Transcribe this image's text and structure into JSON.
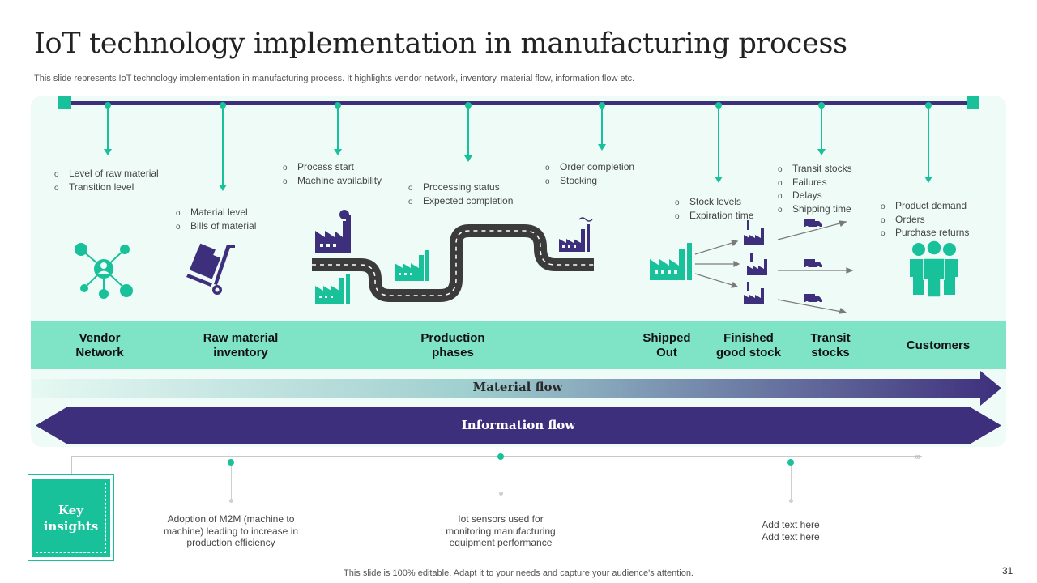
{
  "title": "IoT technology implementation in manufacturing process",
  "subtitle": "This slide represents IoT technology implementation in manufacturing process. It highlights vendor network, inventory,  material flow, information flow etc.",
  "bullets": [
    [
      "Level of raw material",
      "Transition level"
    ],
    [
      "Material level",
      "Bills of material"
    ],
    [
      "Process start",
      "Machine availability"
    ],
    [
      "Processing status",
      "Expected completion"
    ],
    [
      "Order completion",
      "Stocking"
    ],
    [
      "Stock levels",
      "Expiration time"
    ],
    [
      "Transit stocks",
      "Failures",
      "Delays",
      "Shipping time"
    ],
    [
      "Product demand",
      "Orders",
      "Purchase returns"
    ]
  ],
  "stages": [
    "Vendor\nNetwork",
    "Raw material\ninventory",
    "Production\nphases",
    "Shipped\nOut",
    "Finished\ngood stock",
    "Transit\nstocks",
    "Customers"
  ],
  "flows": {
    "material": "Material flow",
    "information": "Information flow"
  },
  "key_insights": {
    "label": "Key\ninsights",
    "items": [
      "Adoption of M2M  (machine to\nmachine) leading to increase in\nproduction efficiency",
      "Iot sensors used for\nmonitoring manufacturing\nequipment performance",
      "Add text here\nAdd text here"
    ]
  },
  "footer": "This slide is 100% editable. Adapt it to your needs and capture your audience's attention.",
  "page_number": "31",
  "colors": {
    "accent": "#18c199",
    "band": "#7fe3c6",
    "panel": "#effbf7",
    "purple": "#3e2f7d"
  }
}
